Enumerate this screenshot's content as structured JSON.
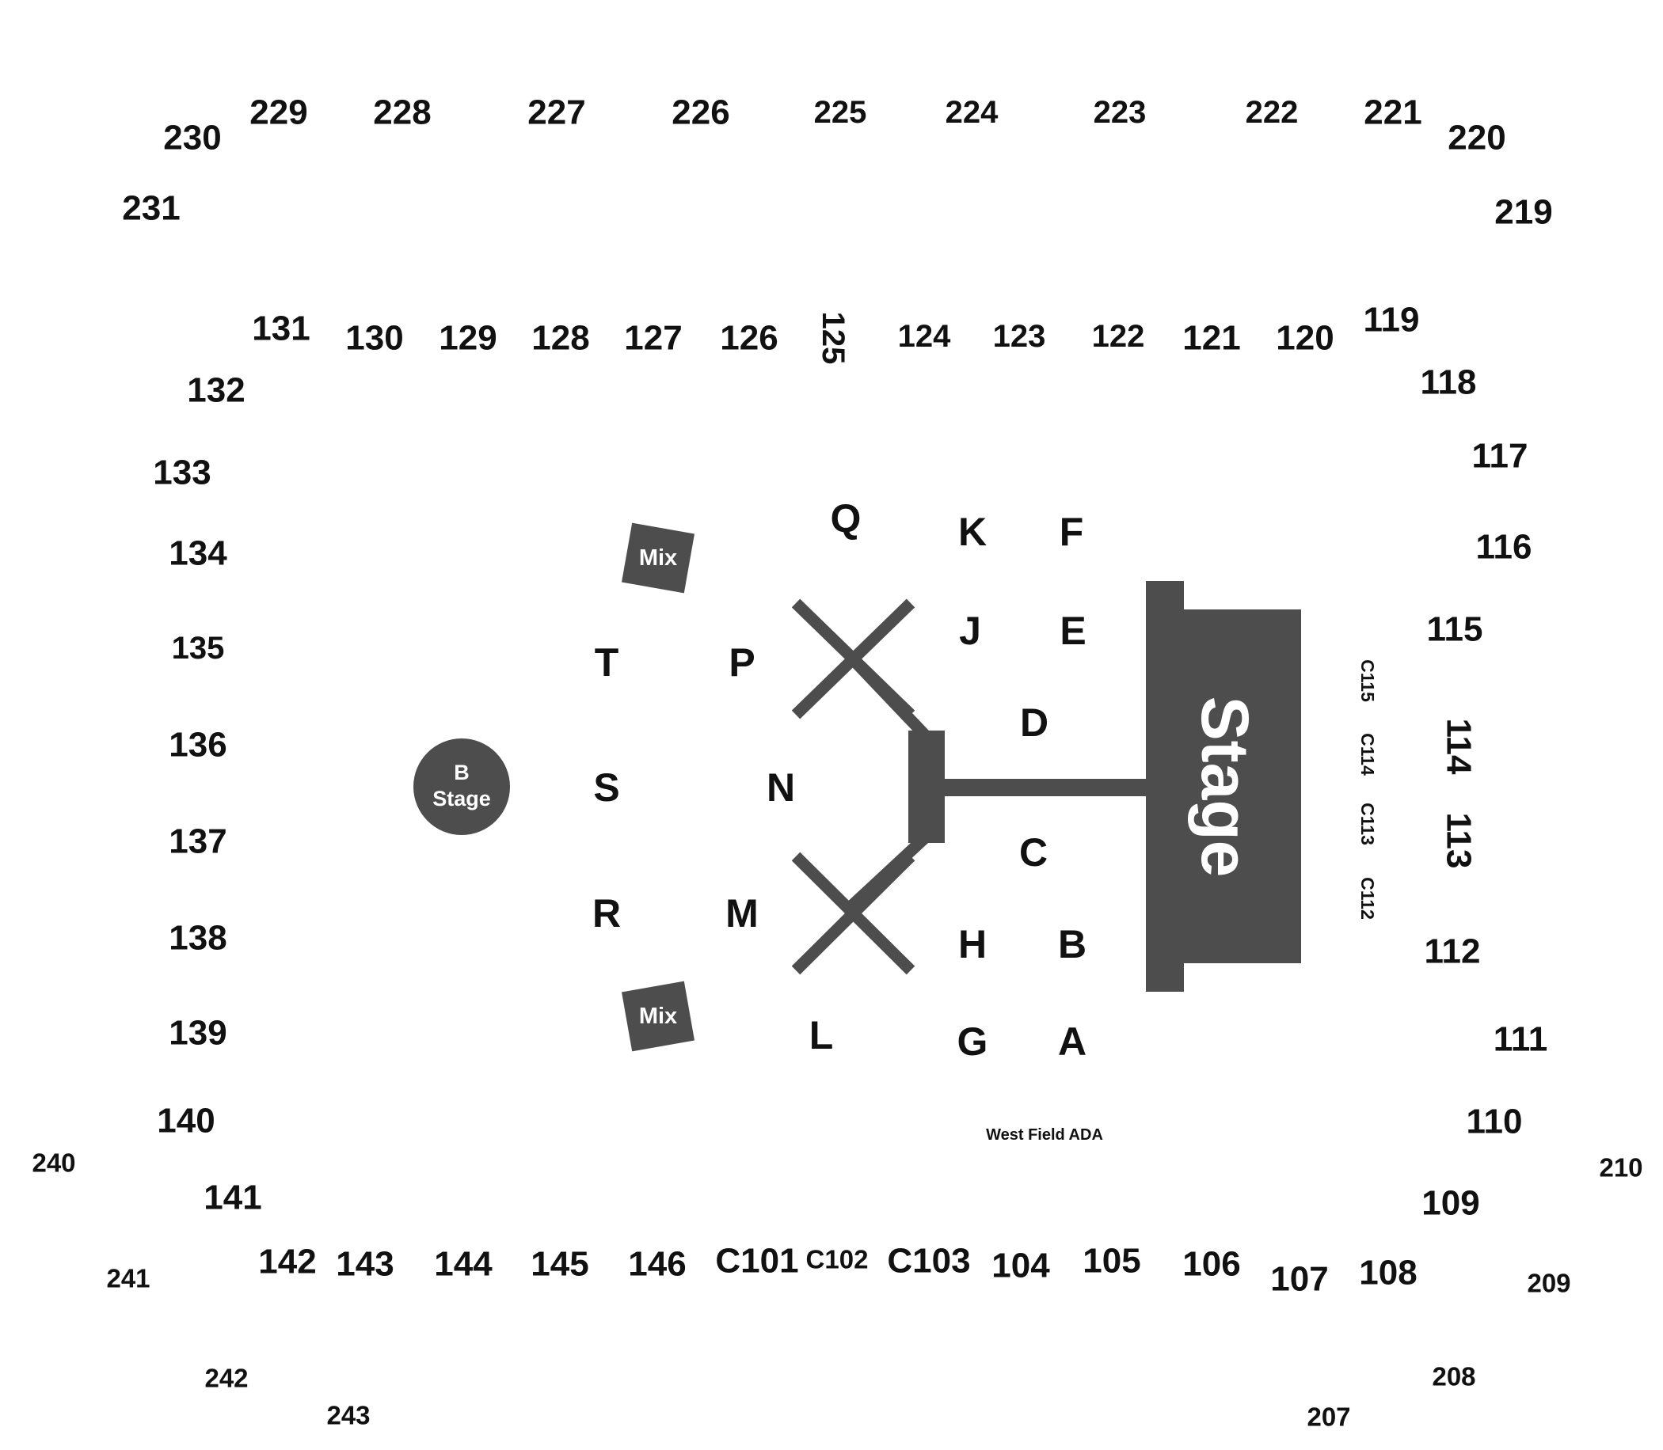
{
  "map": {
    "stage_label": "Stage",
    "b_stage_line1": "B",
    "b_stage_line2": "Stage",
    "mix_label": "Mix",
    "ada_label": "West Field ADA",
    "shape_color": "#4d4d4d",
    "text_color": "#111111"
  },
  "upper_sections": {
    "s230": "230",
    "s229": "229",
    "s228": "228",
    "s227": "227",
    "s226": "226",
    "s225": "225",
    "s224": "224",
    "s223": "223",
    "s222": "222",
    "s221": "221",
    "s220": "220",
    "s231": "231",
    "s219": "219",
    "s240": "240",
    "s241": "241",
    "s242": "242",
    "s243": "243",
    "s210": "210",
    "s209": "209",
    "s208": "208",
    "s207": "207"
  },
  "lower_sections": {
    "s131": "131",
    "s130": "130",
    "s129": "129",
    "s128": "128",
    "s127": "127",
    "s126": "126",
    "s125": "125",
    "s124": "124",
    "s123": "123",
    "s122": "122",
    "s121": "121",
    "s120": "120",
    "s119": "119",
    "s118": "118",
    "s117": "117",
    "s116": "116",
    "s115": "115",
    "s114": "114",
    "s113": "113",
    "s112": "112",
    "s111": "111",
    "s110": "110",
    "s109": "109",
    "s108": "108",
    "s107": "107",
    "s106": "106",
    "s105": "105",
    "s104": "104",
    "sC103": "C103",
    "sC102": "C102",
    "sC101": "C101",
    "s146": "146",
    "s145": "145",
    "s144": "144",
    "s143": "143",
    "s142": "142",
    "s141": "141",
    "s140": "140",
    "s139": "139",
    "s138": "138",
    "s137": "137",
    "s136": "136",
    "s135": "135",
    "s134": "134",
    "s133": "133",
    "s132": "132",
    "sC115": "C115",
    "sC114": "C114",
    "sC113": "C113",
    "sC112": "C112"
  },
  "floor_sections": {
    "A": "A",
    "B": "B",
    "C": "C",
    "D": "D",
    "E": "E",
    "F": "F",
    "G": "G",
    "H": "H",
    "J": "J",
    "K": "K",
    "L": "L",
    "M": "M",
    "N": "N",
    "P": "P",
    "Q": "Q",
    "R": "R",
    "S": "S",
    "T": "T"
  }
}
